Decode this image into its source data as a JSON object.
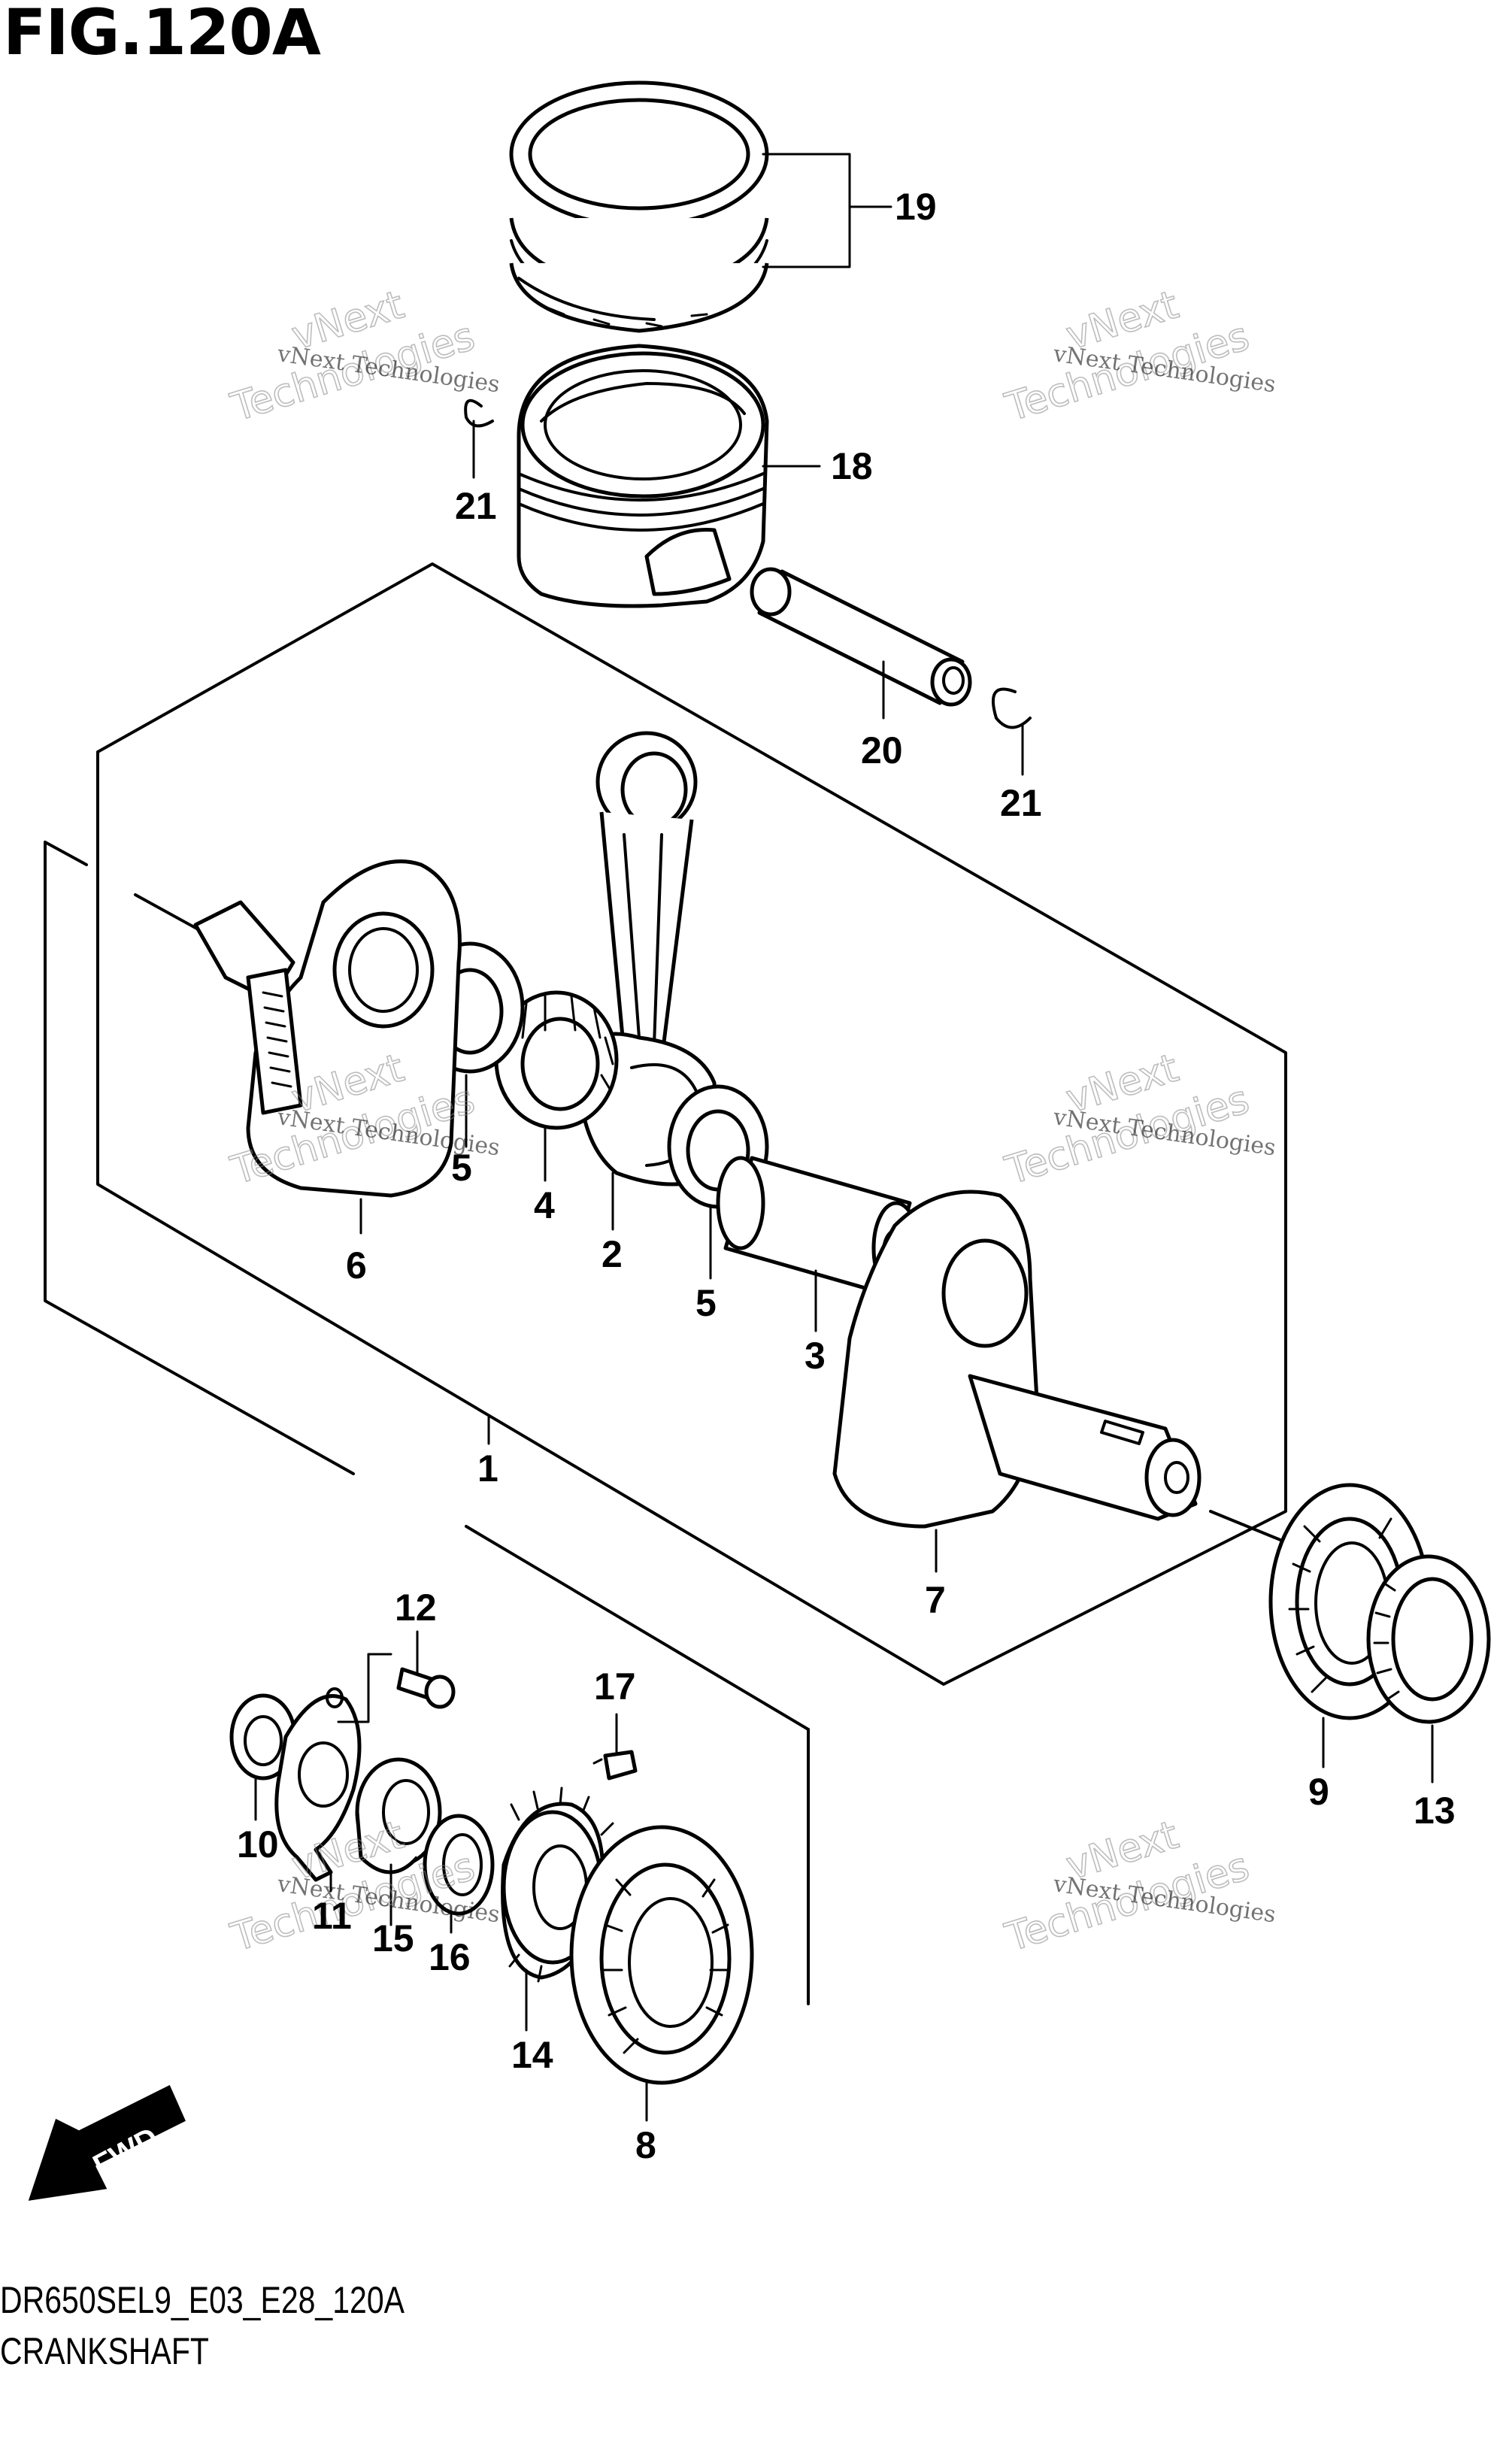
{
  "title": "FIG.120A",
  "diagram_code": "DR650SEL9_E03_E28_120A",
  "diagram_name": "CRANKSHAFT",
  "fwd_label": "FWD",
  "watermark": {
    "line1": "vNext Technologies",
    "line2a": "vNext",
    "line2b": "Technologies"
  },
  "callouts": [
    {
      "id": "c19",
      "label": "19"
    },
    {
      "id": "c18",
      "label": "18"
    },
    {
      "id": "c21a",
      "label": "21"
    },
    {
      "id": "c20",
      "label": "20"
    },
    {
      "id": "c21b",
      "label": "21"
    },
    {
      "id": "c5a",
      "label": "5"
    },
    {
      "id": "c4",
      "label": "4"
    },
    {
      "id": "c2",
      "label": "2"
    },
    {
      "id": "c6",
      "label": "6"
    },
    {
      "id": "c5b",
      "label": "5"
    },
    {
      "id": "c3",
      "label": "3"
    },
    {
      "id": "c1",
      "label": "1"
    },
    {
      "id": "c7",
      "label": "7"
    },
    {
      "id": "c12",
      "label": "12"
    },
    {
      "id": "c17",
      "label": "17"
    },
    {
      "id": "c9",
      "label": "9"
    },
    {
      "id": "c13",
      "label": "13"
    },
    {
      "id": "c10",
      "label": "10"
    },
    {
      "id": "c11",
      "label": "11"
    },
    {
      "id": "c15",
      "label": "15"
    },
    {
      "id": "c16",
      "label": "16"
    },
    {
      "id": "c14",
      "label": "14"
    },
    {
      "id": "c8",
      "label": "8"
    }
  ]
}
